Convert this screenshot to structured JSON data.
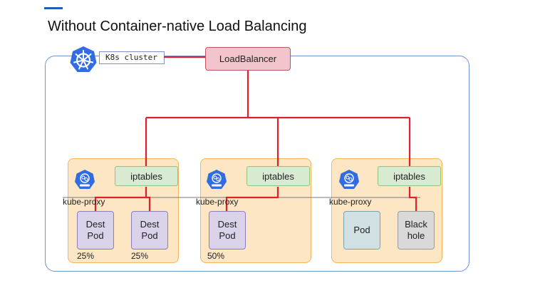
{
  "title": "Without Container-native Load Balancing",
  "cluster": {
    "label": "K8s cluster"
  },
  "load_balancer": {
    "label": "LoadBalancer"
  },
  "nodes": [
    {
      "iptables": "iptables",
      "kube_proxy": "kube-proxy",
      "pods": [
        {
          "label": "Dest\nPod",
          "share": "25%"
        },
        {
          "label": "Dest\nPod",
          "share": "25%"
        }
      ]
    },
    {
      "iptables": "iptables",
      "kube_proxy": "kube-proxy",
      "pods": [
        {
          "label": "Dest\nPod",
          "share": "50%"
        }
      ]
    },
    {
      "iptables": "iptables",
      "kube_proxy": "kube-proxy",
      "pods": [
        {
          "label": "Pod"
        },
        {
          "label": "Black\nhole"
        }
      ]
    }
  ],
  "colors": {
    "accent": "#1f5fb0",
    "kubernetes_blue": "#326ce5",
    "wire_red": "#e0202a",
    "cluster_border": "#6f94cf",
    "node_fill": "#fce6c4",
    "node_border": "#f3b55d",
    "loadbalancer_fill": "#f2c5cd"
  },
  "icons": {
    "cluster": "kubernetes-wheel-icon",
    "kube_proxy": "kube-proxy-icon"
  }
}
